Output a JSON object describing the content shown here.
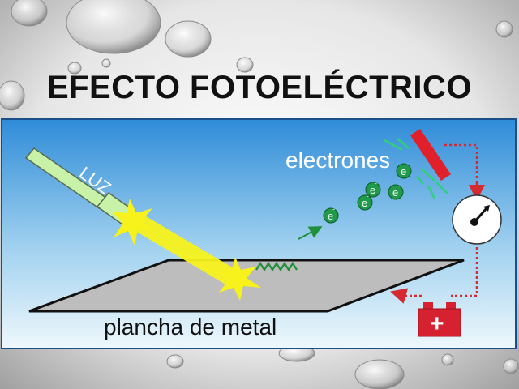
{
  "slide": {
    "title": "EFECTO FOTOELÉCTRICO"
  },
  "diagram": {
    "light_label": "LUZ",
    "electrons_label": "electrones",
    "plate_label": "plancha de metal",
    "electron_symbol": "e",
    "electron_charge": "-",
    "battery_symbol": "+"
  },
  "colors": {
    "sky_top": "#2f8cd8",
    "sky_bottom": "#e9f5fb",
    "light_beam": "#f7f21c",
    "flashlight": "#c8f2a8",
    "wave": "#1e8f3a",
    "electron": "#1e9a4a",
    "collector": "#e0202a",
    "circuit": "#d62a30",
    "battery": "#d62230",
    "plate": "#bdbdbd"
  }
}
